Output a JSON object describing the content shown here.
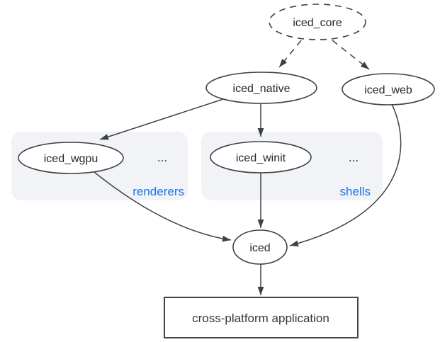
{
  "diagram": {
    "description": "Dependency graph of the iced GUI library ecosystem",
    "nodes": {
      "iced_core": {
        "label": "iced_core",
        "shape": "ellipse",
        "border_style": "dashed"
      },
      "iced_native": {
        "label": "iced_native",
        "shape": "ellipse",
        "border_style": "solid"
      },
      "iced_web": {
        "label": "iced_web",
        "shape": "ellipse",
        "border_style": "solid"
      },
      "iced_wgpu": {
        "label": "iced_wgpu",
        "shape": "ellipse",
        "border_style": "solid",
        "group": "renderers"
      },
      "iced_winit": {
        "label": "iced_winit",
        "shape": "ellipse",
        "border_style": "solid",
        "group": "shells"
      },
      "iced": {
        "label": "iced",
        "shape": "ellipse",
        "border_style": "solid"
      },
      "application": {
        "label": "cross-platform application",
        "shape": "rectangle",
        "border_style": "solid"
      }
    },
    "groups": {
      "renderers": {
        "label": "renderers",
        "ellipsis": "..."
      },
      "shells": {
        "label": "shells",
        "ellipsis": "..."
      }
    },
    "edges": [
      {
        "from": "iced_core",
        "to": "iced_native",
        "style": "dashed"
      },
      {
        "from": "iced_core",
        "to": "iced_web",
        "style": "dashed"
      },
      {
        "from": "iced_native",
        "to": "iced_wgpu",
        "style": "solid"
      },
      {
        "from": "iced_native",
        "to": "iced_winit",
        "style": "solid"
      },
      {
        "from": "iced_wgpu",
        "to": "iced",
        "style": "solid"
      },
      {
        "from": "iced_winit",
        "to": "iced",
        "style": "solid"
      },
      {
        "from": "iced_web",
        "to": "iced",
        "style": "solid"
      },
      {
        "from": "iced",
        "to": "application",
        "style": "solid"
      }
    ],
    "colors": {
      "background": "#ffffff",
      "node_stroke": "#3d4247",
      "edge_stroke": "#3d4247",
      "node_text": "#26282b",
      "group_fill": "#f1f3f6",
      "group_label": "#1a73e8"
    }
  }
}
